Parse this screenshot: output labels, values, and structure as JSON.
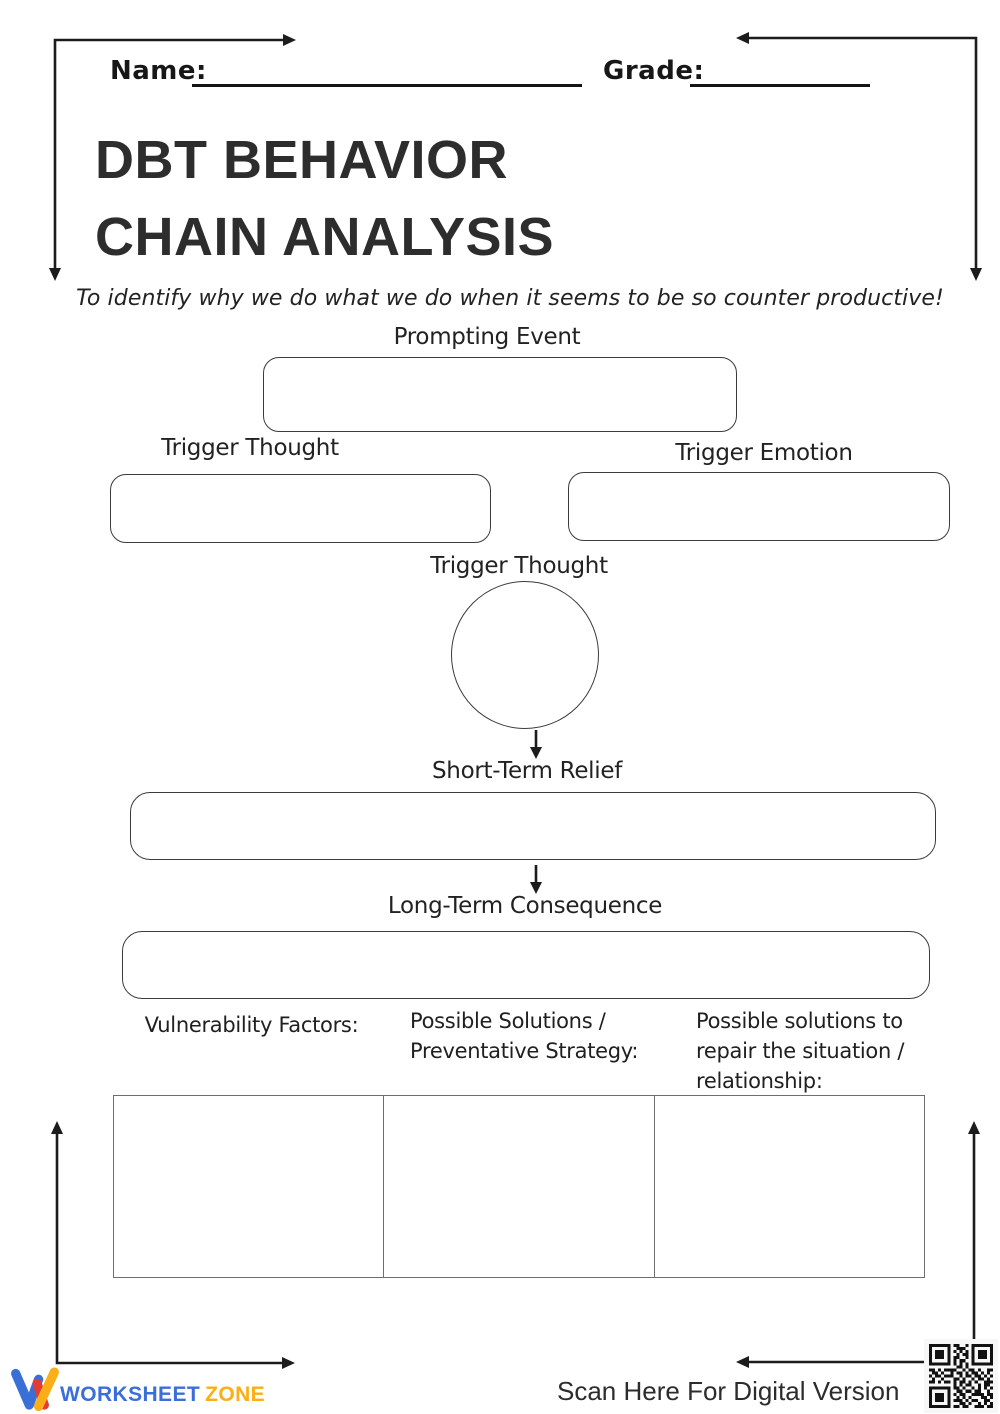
{
  "header": {
    "name_label": "Name:",
    "grade_label": "Grade:",
    "title_line1": "DBT BEHAVIOR",
    "title_line2": "CHAIN ANALYSIS",
    "subtitle": "To identify why we do what we do when it seems to be so counter productive!"
  },
  "diagram": {
    "prompting_event": {
      "label": "Prompting Event",
      "value": ""
    },
    "trigger_thought_left": {
      "label": "Trigger Thought",
      "value": ""
    },
    "trigger_emotion": {
      "label": "Trigger Emotion",
      "value": ""
    },
    "trigger_thought_circle": {
      "label": "Trigger Thought",
      "value": ""
    },
    "short_term_relief": {
      "label": "Short-Term Relief",
      "value": ""
    },
    "long_term_consequence": {
      "label": "Long-Term Consequence",
      "value": ""
    }
  },
  "solutions_table": {
    "headers": [
      "Vulnerability Factors:",
      "Possible Solutions / Preventative Strategy:",
      "Possible solutions to repair the situation / relationship:"
    ],
    "cells": [
      "",
      "",
      ""
    ]
  },
  "footer": {
    "brand_worksheet": "WORKSHEET",
    "brand_zone": "ZONE",
    "scan_label": "Scan Here For Digital Version",
    "qr_icon": "qr-code"
  },
  "colors": {
    "ink": "#1f1f1f",
    "box_border": "#3b3b3b",
    "table_border": "#6e6e6e",
    "brand_blue": "#3b6fd8",
    "brand_red": "#e23d34",
    "brand_yellow": "#fbae17",
    "scan_text": "#2c2c2c"
  },
  "qr_pattern": [
    "111111101100101111111",
    "100000100111001000001",
    "101110101010101011101",
    "101110100101101011101",
    "101110101100101011101",
    "100000101011001000001",
    "111111101010101111111",
    "000000000110100000000",
    "110101111001011010011",
    "011010010110101101010",
    "101101110010110110101",
    "010010001101001011010",
    "110101101011010100111",
    "000000001010110010110",
    "111111101101001010101",
    "100000100110110110010",
    "101110101011001111011",
    "101110100101010001101",
    "101110101110101100110",
    "100000100011010010101",
    "111111101101100111011"
  ]
}
